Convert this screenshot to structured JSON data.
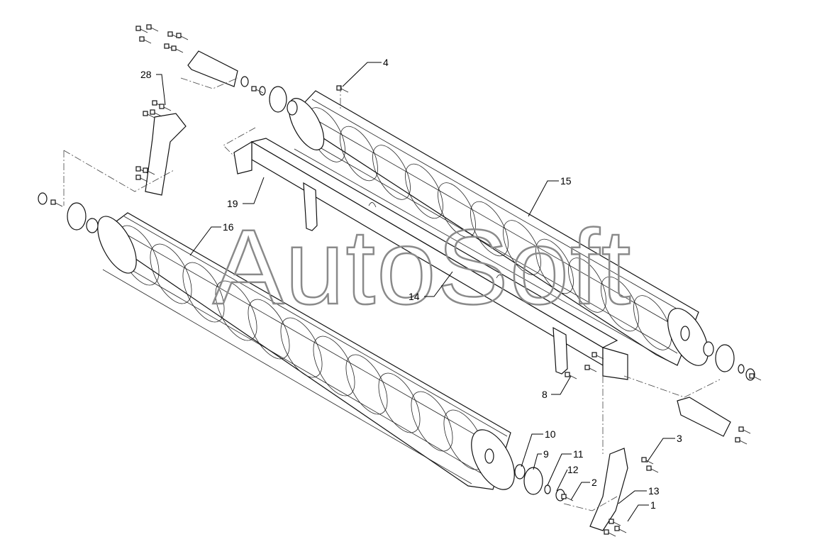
{
  "watermark": "AutoSoft",
  "callouts": [
    {
      "id": "c4",
      "label": "4"
    },
    {
      "id": "c28",
      "label": "28"
    },
    {
      "id": "c15",
      "label": "15"
    },
    {
      "id": "c19",
      "label": "19"
    },
    {
      "id": "c16",
      "label": "16"
    },
    {
      "id": "c14",
      "label": "14"
    },
    {
      "id": "c8",
      "label": "8"
    },
    {
      "id": "c10",
      "label": "10"
    },
    {
      "id": "c9",
      "label": "9"
    },
    {
      "id": "c11",
      "label": "11"
    },
    {
      "id": "c12",
      "label": "12"
    },
    {
      "id": "c2",
      "label": "2"
    },
    {
      "id": "c3",
      "label": "3"
    },
    {
      "id": "c13",
      "label": "13"
    },
    {
      "id": "c1",
      "label": "1"
    }
  ]
}
